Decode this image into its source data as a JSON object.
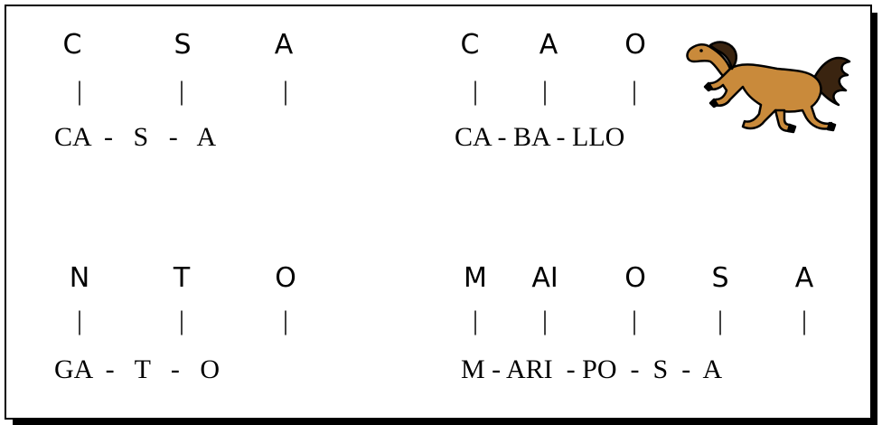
{
  "groups": [
    {
      "letters": [
        "C",
        "S",
        "A"
      ],
      "word": "CA  -   S   -   A"
    },
    {
      "letters": [
        "C",
        "A",
        "O"
      ],
      "word": "CA - BA - LLO"
    },
    {
      "letters": [
        "N",
        "T",
        "O"
      ],
      "word": "GA  -   T   -   O"
    },
    {
      "letters": [
        "M",
        "AI",
        "O",
        "S",
        "A"
      ],
      "word": "M - ARI  - PO  -  S  -  A"
    }
  ],
  "bar": "|",
  "images": {
    "horse": "horse-illustration"
  }
}
